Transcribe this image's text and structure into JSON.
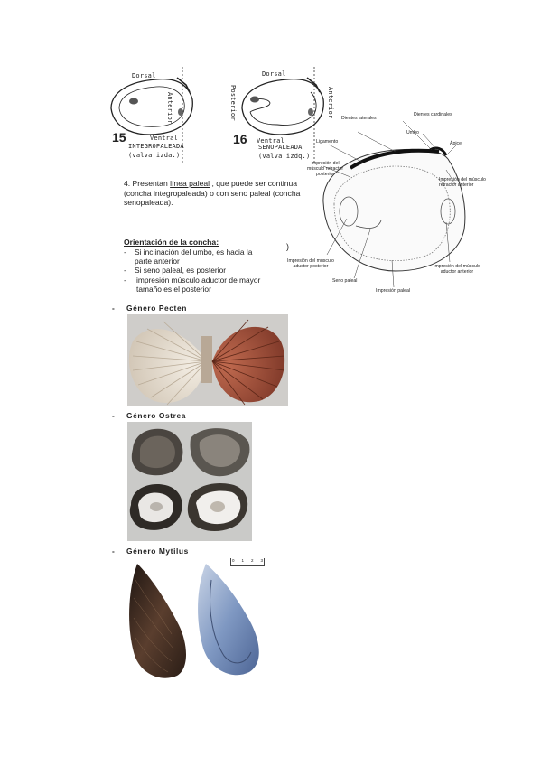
{
  "figure15": {
    "dorsal": "Dorsal",
    "ventral": "Ventral",
    "anterior": "Anterior",
    "number": "15",
    "caption_line1": "INTEGROPALEADA",
    "caption_line2": "(valva izda.)"
  },
  "figure16": {
    "dorsal": "Dorsal",
    "ventral": "Ventral",
    "anterior": "Anterior",
    "posterior": "Posterior",
    "number": "16",
    "caption_line1": "SENOPALEADA",
    "caption_line2": "(valva izdq.)"
  },
  "paragraph": {
    "part1": "4. Presentan ",
    "underlined": "línea paleal",
    "part2": " , que puede ser continua (concha integropaleada) o con seno paleal (concha senopaleada)."
  },
  "orientation": {
    "heading": "Orientación de la concha:",
    "items": [
      "Si inclinación del umbo, es hacia la parte anterior",
      "Si seno paleal, es posterior",
      "impresión músculo aductor de mayor tamaño es el posterior"
    ],
    "stray_mark": ")"
  },
  "anatomy": {
    "dientes_laterales": "Dientes laterales",
    "dientes_cardinales": "Dientes cardinales",
    "umbo": "Umbo",
    "apice": "Ápice",
    "ligamento": "Ligamento",
    "retractor_posterior": [
      "Impresión del",
      "músculo retractor",
      "posterior"
    ],
    "retractor_anterior": [
      "Impresión del músculo",
      "retractor anterior"
    ],
    "aductor_posterior": [
      "Impresión del músculo",
      "aductor posterior"
    ],
    "aductor_anterior": [
      "Impresión del músculo",
      "aductor anterior"
    ],
    "seno_paleal": "Seno paleal",
    "impresion_paleal": "Impresión paleal"
  },
  "genera": [
    {
      "dash": "-",
      "label": "Género Pecten"
    },
    {
      "dash": "-",
      "label": "Género Ostrea"
    },
    {
      "dash": "-",
      "label": "Género Mytilus"
    }
  ],
  "scale_bar": {
    "labels": [
      "0",
      "1",
      "2",
      "3"
    ]
  },
  "colors": {
    "pecten_red": "#a8503a",
    "pecten_cream": "#e7dccd",
    "ostrea_bg": "#c9c9c7",
    "mytilus_dark": "#3a2a22",
    "mytilus_blue": "#8fa4c8"
  }
}
